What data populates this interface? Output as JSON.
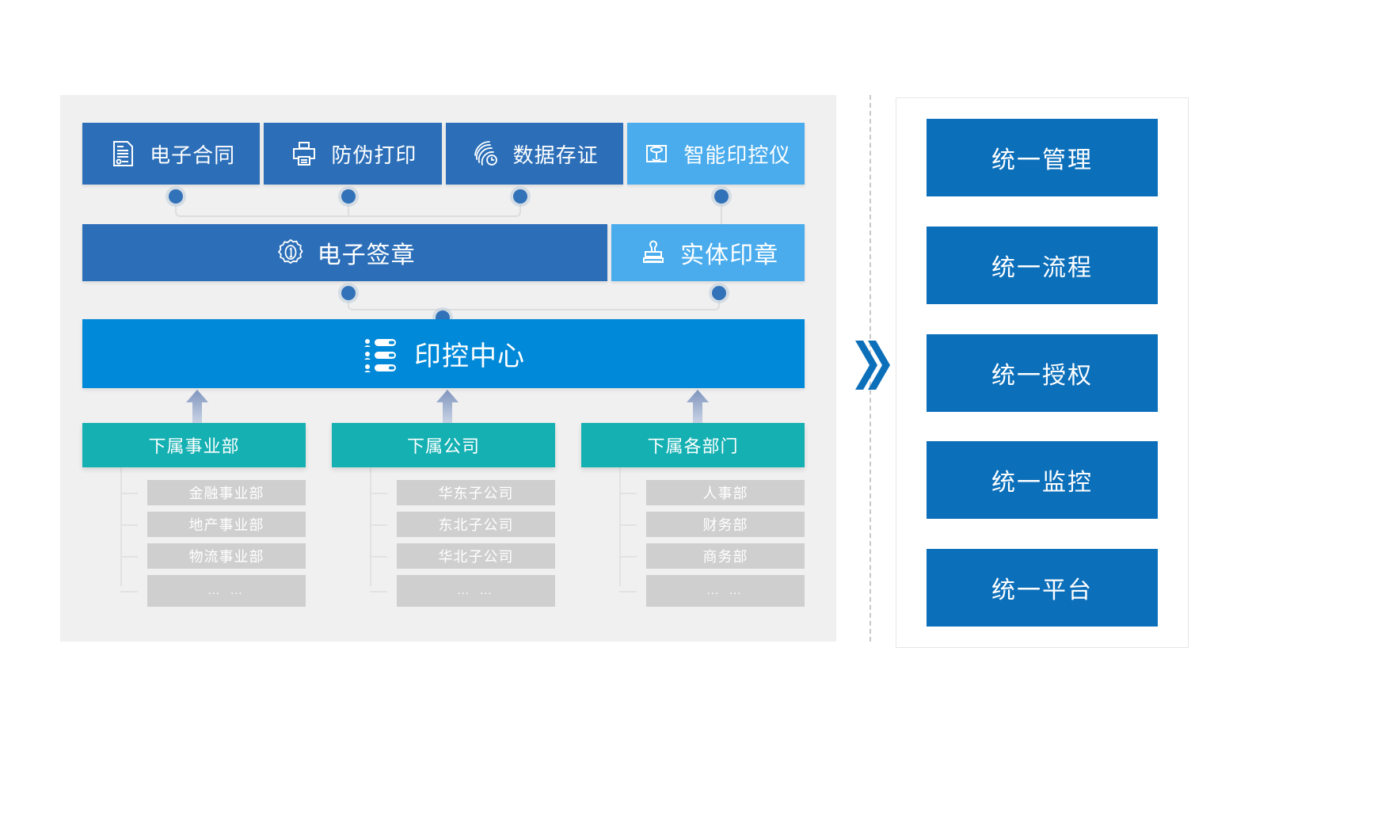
{
  "left_panel": {
    "capabilities": [
      {
        "label": "电子合同",
        "icon": "contract-document-icon",
        "style": "dark",
        "color": "#2c6fb8"
      },
      {
        "label": "防伪打印",
        "icon": "printer-icon",
        "style": "dark",
        "color": "#2c6fb8"
      },
      {
        "label": "数据存证",
        "icon": "fingerprint-icon",
        "style": "dark",
        "color": "#2c6fb8"
      },
      {
        "label": "智能印控仪",
        "icon": "seal-device-icon",
        "style": "light",
        "color": "#4aaced"
      }
    ],
    "seal_row": [
      {
        "label": "电子签章",
        "icon": "electronic-seal-icon",
        "style": "dark",
        "color": "#2c6fb8"
      },
      {
        "label": "实体印章",
        "icon": "physical-stamp-icon",
        "style": "light",
        "color": "#4aaced"
      }
    ],
    "center": {
      "label": "印控中心",
      "icon": "seal-control-center-icon",
      "color": "#0089d8"
    },
    "org_columns": [
      {
        "title": "下属事业部",
        "color": "#15b0b2",
        "items": [
          "金融事业部",
          "地产事业部",
          "物流事业部",
          "… …"
        ]
      },
      {
        "title": "下属公司",
        "color": "#15b0b2",
        "items": [
          "华东子公司",
          "东北子公司",
          "华北子公司",
          "… …"
        ]
      },
      {
        "title": "下属各部门",
        "color": "#15b0b2",
        "items": [
          "人事部",
          "财务部",
          "商务部",
          "… …"
        ]
      }
    ]
  },
  "divider": {
    "icon": "double-chevron-right-icon",
    "color": "#0c6fba"
  },
  "right_panel": {
    "accent": "#0c6fba",
    "items": [
      {
        "label": "统一管理"
      },
      {
        "label": "统一流程"
      },
      {
        "label": "统一授权"
      },
      {
        "label": "统一监控"
      },
      {
        "label": "统一平台"
      }
    ]
  }
}
